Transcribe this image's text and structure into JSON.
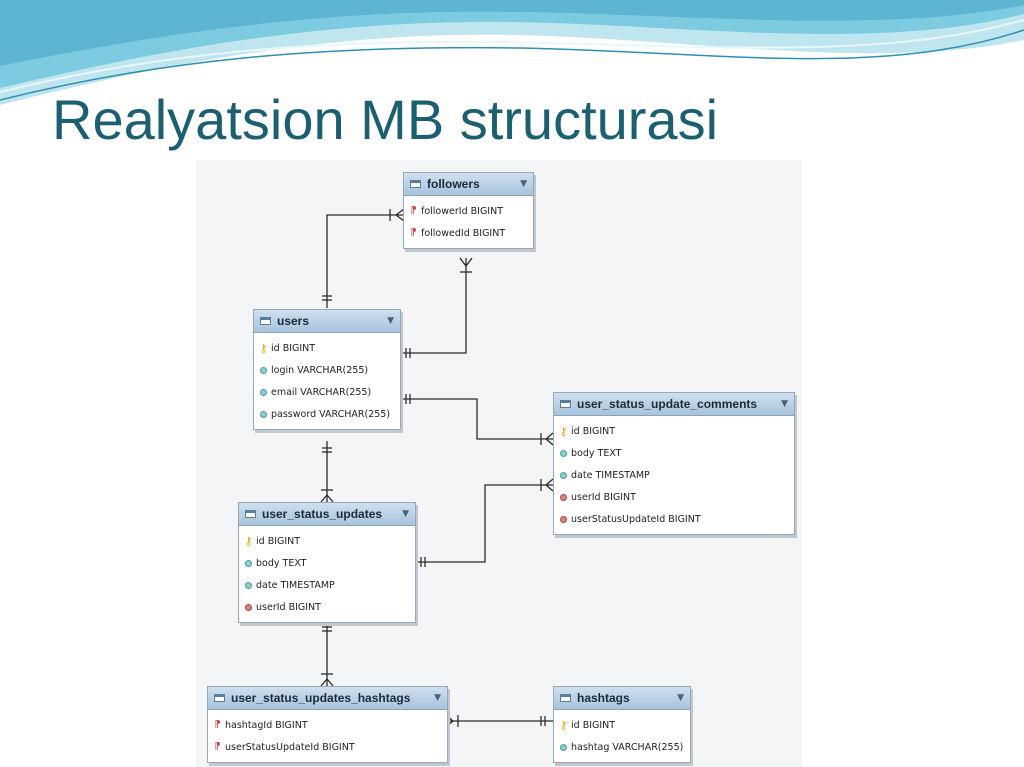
{
  "slide": {
    "title": "Realyatsion MB structurasi",
    "accent_color": "#1b5f70",
    "wave_colors": [
      "#6fc3d8",
      "#b7e3ee",
      "#2f8fb0"
    ]
  },
  "diagram": {
    "entities": [
      {
        "id": "followers",
        "name": "followers",
        "columns": [
          {
            "text": "followerId BIGINT",
            "key": "fk"
          },
          {
            "text": "followedId BIGINT",
            "key": "fk"
          }
        ]
      },
      {
        "id": "users",
        "name": "users",
        "columns": [
          {
            "text": "id BIGINT",
            "key": "pk"
          },
          {
            "text": "login VARCHAR(255)",
            "key": "attr"
          },
          {
            "text": "email VARCHAR(255)",
            "key": "attr"
          },
          {
            "text": "password VARCHAR(255)",
            "key": "attr"
          }
        ]
      },
      {
        "id": "user_status_update_comments",
        "name": "user_status_update_comments",
        "columns": [
          {
            "text": "id BIGINT",
            "key": "pk"
          },
          {
            "text": "body TEXT",
            "key": "attr"
          },
          {
            "text": "date TIMESTAMP",
            "key": "attr"
          },
          {
            "text": "userId BIGINT",
            "key": "fk_attr"
          },
          {
            "text": "userStatusUpdateId BIGINT",
            "key": "fk_attr"
          }
        ]
      },
      {
        "id": "user_status_updates",
        "name": "user_status_updates",
        "columns": [
          {
            "text": "id BIGINT",
            "key": "pk"
          },
          {
            "text": "body TEXT",
            "key": "attr"
          },
          {
            "text": "date TIMESTAMP",
            "key": "attr"
          },
          {
            "text": "userId BIGINT",
            "key": "fk_attr"
          }
        ]
      },
      {
        "id": "user_status_updates_hashtags",
        "name": "user_status_updates_hashtags",
        "columns": [
          {
            "text": "hashtagId BIGINT",
            "key": "fk"
          },
          {
            "text": "userStatusUpdateId BIGINT",
            "key": "fk"
          }
        ]
      },
      {
        "id": "hashtags",
        "name": "hashtags",
        "columns": [
          {
            "text": "id BIGINT",
            "key": "pk"
          },
          {
            "text": "hashtag VARCHAR(255)",
            "key": "attr"
          }
        ]
      }
    ],
    "relationships": [
      {
        "from": "users",
        "to": "followers",
        "type": "one-to-many"
      },
      {
        "from": "users",
        "to": "followers",
        "type": "one-to-many"
      },
      {
        "from": "users",
        "to": "user_status_update_comments",
        "type": "one-to-many"
      },
      {
        "from": "user_status_updates",
        "to": "user_status_update_comments",
        "type": "one-to-many"
      },
      {
        "from": "users",
        "to": "user_status_updates",
        "type": "one-to-many"
      },
      {
        "from": "user_status_updates",
        "to": "user_status_updates_hashtags",
        "type": "one-to-many"
      },
      {
        "from": "hashtags",
        "to": "user_status_updates_hashtags",
        "type": "one-to-many"
      }
    ]
  }
}
